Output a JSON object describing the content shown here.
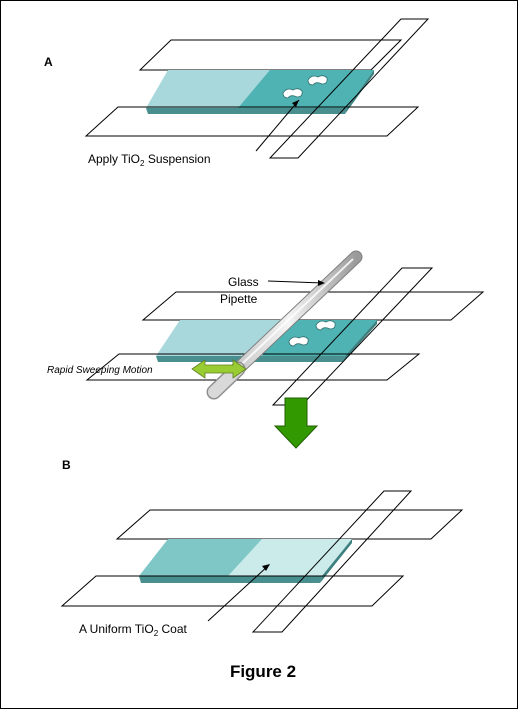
{
  "panel_a": {
    "letter": "A",
    "caption_prefix": "Apply TiO",
    "caption_sub": "2",
    "caption_suffix": " Suspension"
  },
  "panel_mid": {
    "pipette_line1": "Glass",
    "pipette_line2": "Pipette",
    "motion_label": "Rapid Sweeping Motion"
  },
  "panel_b": {
    "letter": "B",
    "caption_prefix": "A Uniform TiO",
    "caption_sub": "2",
    "caption_suffix": " Coat"
  },
  "figure_title": "Figure 2",
  "colors": {
    "slide_light": "#a9d8dc",
    "slide_dark": "#4fb3b3",
    "slide_edge": "#4a8f8f",
    "arrow_green": "#339900",
    "sweep_arrow": "#99cc33"
  }
}
